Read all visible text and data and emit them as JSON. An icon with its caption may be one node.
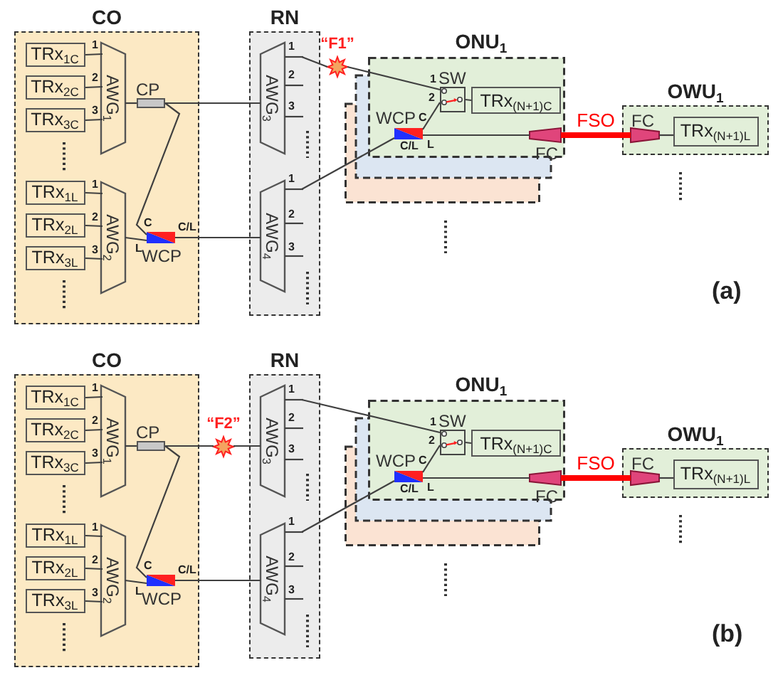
{
  "diagram": {
    "nodes": [
      {
        "text": [
          "CO"
        ]
      },
      {
        "text": [
          "TRx$_{1C}$"
        ],
        "in": 0
      },
      {
        "text": [
          "TRx$_{2C}$"
        ],
        "in": 0
      },
      {
        "text": [
          "TRx$_{3C}$"
        ],
        "in": 0
      },
      {
        "text": [
          "AWG$_{1}$"
        ],
        "in": 0,
        "beside": [
          "1",
          "2",
          "3"
        ]
      },
      {
        "text": [
          "CP"
        ],
        "in": 0
      },
      {
        "text": [
          "TRx$_{1L}$"
        ],
        "in": 0
      },
      {
        "text": [
          "TRx$_{2L}$"
        ],
        "in": 0
      },
      {
        "text": [
          "TRx$_{3L}$"
        ],
        "in": 0
      },
      {
        "text": [
          "AWG$_{2}$"
        ],
        "in": 0,
        "beside": [
          "1",
          "2",
          "3"
        ]
      },
      {
        "text": [
          "WCP"
        ],
        "in": 0
      },
      {
        "text": [
          "RN"
        ]
      },
      {
        "text": [
          "AWG$_{3}$"
        ],
        "in": 11,
        "beside": [
          "1",
          "2",
          "3"
        ]
      },
      {
        "text": [
          "AWG$_{4}$"
        ],
        "in": 11,
        "beside": [
          "1",
          "2",
          "3"
        ]
      },
      {
        "text": [],
        "shape": "star",
        "beside": [
          "“F1”"
        ]
      },
      {
        "text": [
          "ONU$_{1}$"
        ]
      },
      {
        "text": [
          "SW"
        ],
        "in": 15
      },
      {
        "text": [
          "TRx$_{(N+1)C}$"
        ],
        "in": 15
      },
      {
        "text": [
          "WCP"
        ],
        "in": 15
      },
      {
        "text": [
          "FC"
        ],
        "in": 15
      },
      {
        "text": [
          "OWU$_{1}$"
        ]
      },
      {
        "text": [
          "FC"
        ],
        "in": 20
      },
      {
        "text": [
          "TRx$_{(N+1)L}$"
        ],
        "in": 20
      },
      {
        "text": [
          "CO"
        ]
      },
      {
        "text": [
          "TRx$_{1C}$"
        ],
        "in": 23
      },
      {
        "text": [
          "TRx$_{2C}$"
        ],
        "in": 23
      },
      {
        "text": [
          "TRx$_{3C}$"
        ],
        "in": 23
      },
      {
        "text": [
          "AWG$_{1}$"
        ],
        "in": 23,
        "beside": [
          "1",
          "2",
          "3"
        ]
      },
      {
        "text": [
          "CP"
        ],
        "in": 23
      },
      {
        "text": [
          "TRx$_{1L}$"
        ],
        "in": 23
      },
      {
        "text": [
          "TRx$_{2L}$"
        ],
        "in": 23
      },
      {
        "text": [
          "TRx$_{3L}$"
        ],
        "in": 23
      },
      {
        "text": [
          "AWG$_{2}$"
        ],
        "in": 23,
        "beside": [
          "1",
          "2",
          "3"
        ]
      },
      {
        "text": [
          "WCP"
        ],
        "in": 23
      },
      {
        "text": [
          "RN"
        ]
      },
      {
        "text": [
          "AWG$_{3}$"
        ],
        "in": 34,
        "beside": [
          "1",
          "2",
          "3"
        ]
      },
      {
        "text": [
          "AWG$_{4}$"
        ],
        "in": 34,
        "beside": [
          "1",
          "2",
          "3"
        ]
      },
      {
        "text": [],
        "shape": "star",
        "beside": [
          "“F2”"
        ]
      },
      {
        "text": [
          "ONU$_{1}$"
        ]
      },
      {
        "text": [
          "SW"
        ],
        "in": 38
      },
      {
        "text": [
          "TRx$_{(N+1)C}$"
        ],
        "in": 38
      },
      {
        "text": [
          "WCP"
        ],
        "in": 38
      },
      {
        "text": [
          "FC"
        ],
        "in": 38
      },
      {
        "text": [
          "OWU$_{1}$"
        ]
      },
      {
        "text": [
          "FC"
        ],
        "in": 43
      },
      {
        "text": [
          "TRx$_{(N+1)L}$"
        ],
        "in": 43
      }
    ],
    "edges": [
      {
        "from": 1,
        "to": 4,
        "arrow": "none"
      },
      {
        "from": 2,
        "to": 4,
        "arrow": "none"
      },
      {
        "from": 3,
        "to": 4,
        "arrow": "none"
      },
      {
        "from": 6,
        "to": 9,
        "arrow": "none"
      },
      {
        "from": 7,
        "to": 9,
        "arrow": "none"
      },
      {
        "from": 8,
        "to": 9,
        "arrow": "none"
      },
      {
        "from": 4,
        "to": 5,
        "arrow": "none"
      },
      {
        "from": 5,
        "to": 10,
        "arrow": "none"
      },
      {
        "from": 9,
        "to": 10,
        "arrow": "none"
      },
      {
        "from": 10,
        "to": 13,
        "arrow": "none"
      },
      {
        "from": 5,
        "to": 12,
        "arrow": "none"
      },
      {
        "from": 12,
        "to": 14,
        "arrow": "none"
      },
      {
        "from": 14,
        "to": 16,
        "arrow": "none"
      },
      {
        "from": 13,
        "to": 18,
        "arrow": "none"
      },
      {
        "from": 18,
        "to": 16,
        "arrow": "none"
      },
      {
        "from": 18,
        "to": 19,
        "arrow": "none"
      },
      {
        "from": 19,
        "to": 21,
        "arrow": "none",
        "label": "FSO",
        "style": "thick",
        "color": "#ff0000"
      },
      {
        "from": 21,
        "to": 22,
        "arrow": "none"
      },
      {
        "from": 16,
        "to": 17,
        "arrow": "none"
      },
      {
        "from": 24,
        "to": 27,
        "arrow": "none"
      },
      {
        "from": 25,
        "to": 27,
        "arrow": "none"
      },
      {
        "from": 26,
        "to": 27,
        "arrow": "none"
      },
      {
        "from": 29,
        "to": 32,
        "arrow": "none"
      },
      {
        "from": 30,
        "to": 32,
        "arrow": "none"
      },
      {
        "from": 31,
        "to": 32,
        "arrow": "none"
      },
      {
        "from": 27,
        "to": 28,
        "arrow": "none"
      },
      {
        "from": 28,
        "to": 33,
        "arrow": "none"
      },
      {
        "from": 32,
        "to": 33,
        "arrow": "none"
      },
      {
        "from": 33,
        "to": 36,
        "arrow": "none"
      },
      {
        "from": 28,
        "to": 37,
        "arrow": "none"
      },
      {
        "from": 37,
        "to": 35,
        "arrow": "none"
      },
      {
        "from": 35,
        "to": 39,
        "arrow": "none"
      },
      {
        "from": 36,
        "to": 41,
        "arrow": "none"
      },
      {
        "from": 41,
        "to": 39,
        "arrow": "none"
      },
      {
        "from": 41,
        "to": 42,
        "arrow": "none"
      },
      {
        "from": 42,
        "to": 44,
        "arrow": "none",
        "label": "FSO",
        "style": "thick",
        "color": "#ff0000"
      },
      {
        "from": 44,
        "to": 45,
        "arrow": "none"
      },
      {
        "from": 39,
        "to": 40,
        "arrow": "none"
      }
    ],
    "labels": [
      "C",
      "L",
      "C/L",
      "1",
      "2",
      "C",
      "C/L",
      "L",
      "(a)",
      "C",
      "L",
      "C/L",
      "1",
      "2",
      "C",
      "C/L",
      "L",
      "(b)"
    ]
  }
}
